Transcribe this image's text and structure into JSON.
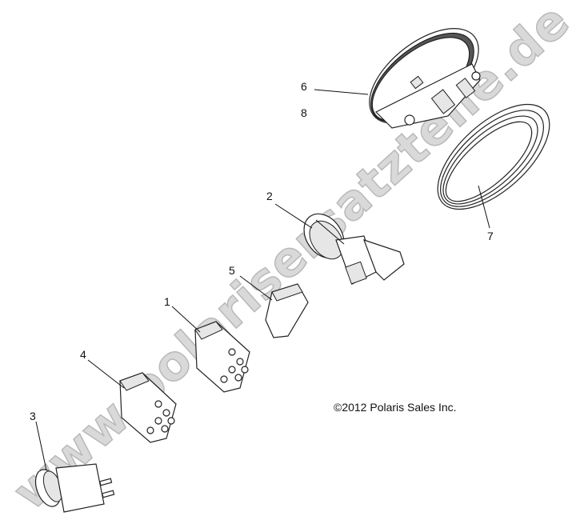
{
  "callouts": {
    "c1": "1",
    "c2": "2",
    "c3": "3",
    "c4": "4",
    "c5": "5",
    "c6": "6",
    "c7": "7",
    "c8": "8"
  },
  "copyright": "©2012 Polaris Sales Inc.",
  "watermark": "www.polarisersatzteile.de"
}
